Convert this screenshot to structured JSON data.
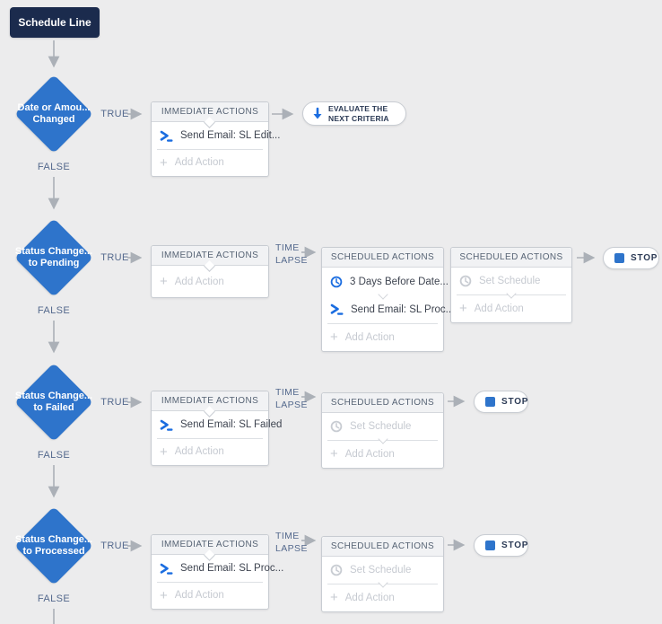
{
  "start": {
    "label": "Schedule Line"
  },
  "connectors": {
    "true_label": "TRUE",
    "false_label": "FALSE",
    "time_lapse": {
      "line1": "TIME",
      "line2": "LAPSE"
    }
  },
  "labels": {
    "immediate_header": "IMMEDIATE ACTIONS",
    "scheduled_header": "SCHEDULED ACTIONS",
    "add_action": "Add Action",
    "set_schedule": "Set Schedule",
    "stop": "STOP",
    "evaluate_line1": "EVALUATE THE",
    "evaluate_line2": "NEXT CRITERIA"
  },
  "rows": [
    {
      "condition": {
        "line1": "Date or Amou...",
        "line2": "Changed"
      },
      "immediate": {
        "action": "Send Email: SL Edit..."
      }
    },
    {
      "condition": {
        "line1": "Status Change...",
        "line2": "to Pending"
      },
      "scheduled1": {
        "schedule": "3 Days Before Date...",
        "action": "Send Email: SL Proc..."
      }
    },
    {
      "condition": {
        "line1": "Status Change...",
        "line2": "to Failed"
      },
      "immediate": {
        "action": "Send Email: SL Failed"
      }
    },
    {
      "condition": {
        "line1": "Status Change...",
        "line2": "to Processed"
      },
      "immediate": {
        "action": "Send Email: SL Proc..."
      }
    }
  ],
  "icons": {
    "email_action": "send-email-icon",
    "schedule": "clock-icon",
    "add": "plus-icon",
    "evaluate": "down-arrow-icon",
    "stop": "stop-square-icon"
  },
  "colors": {
    "canvas": "#ECECED",
    "start_bg": "#1B2B4D",
    "diamond": "#2E74CB",
    "accent_blue": "#1B6DE0",
    "connector": "#ABB0B7",
    "label_slate": "#54698D"
  }
}
